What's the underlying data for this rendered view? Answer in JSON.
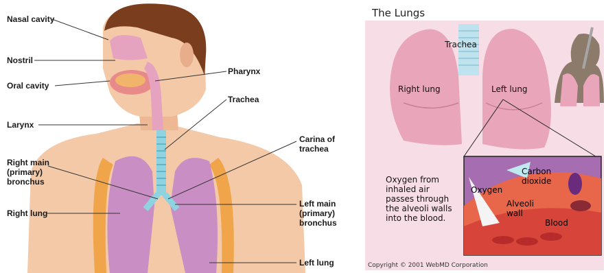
{
  "left_diagram": {
    "labels": {
      "nasal_cavity": "Nasal cavity",
      "nostril": "Nostril",
      "oral_cavity": "Oral cavity",
      "larynx": "Larynx",
      "right_main_bronchus": "Right main\n(primary)\nbronchus",
      "right_lung": "Right lung",
      "pharynx": "Pharynx",
      "trachea": "Trachea",
      "carina": "Carina of\ntrachea",
      "left_main_bronchus": "Left main\n(primary)\nbronchus",
      "left_lung": "Left lung"
    }
  },
  "right_diagram": {
    "title": "The Lungs",
    "labels": {
      "trachea": "Trachea",
      "right_lung": "Right lung",
      "left_lung": "Left lung"
    },
    "description": "Oxygen from\ninhaled air\npasses through\nthe alveoli walls\ninto the blood.",
    "inset": {
      "carbon_dioxide": "Carbon\ndioxide",
      "oxygen": "Oxygen",
      "alveoli_wall": "Alveoli\nwall",
      "blood": "Blood"
    },
    "copyright": "Copyright © 2001 WebMD Corporation"
  },
  "colors": {
    "skin": "#f3c9a8",
    "hair": "#7a3e1f",
    "lung": "#c98fc4",
    "trachea": "#8fd3e0",
    "right_bg": "#f7dde6",
    "right_lung": "#e9a6bb"
  }
}
